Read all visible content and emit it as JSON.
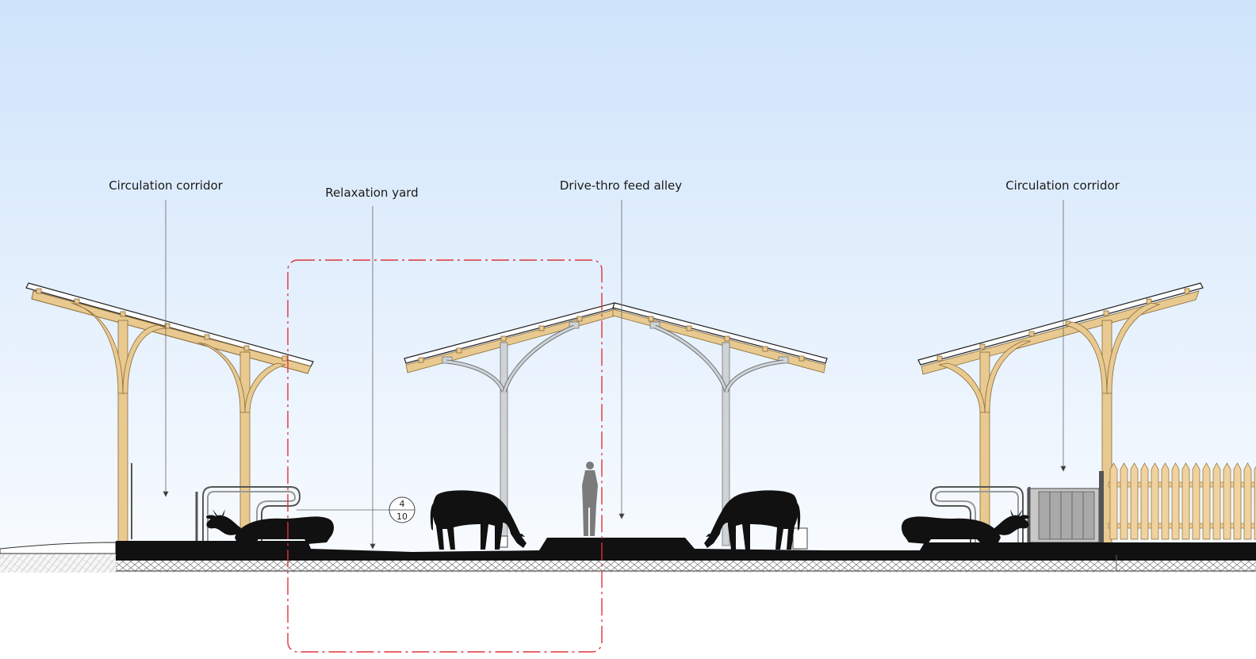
{
  "drawing": {
    "labels": [
      {
        "id": "left_corridor",
        "text": "Circulation corridor"
      },
      {
        "id": "relax_yard",
        "text": "Relaxation yard"
      },
      {
        "id": "feed_alley",
        "text": "Drive-thro feed alley"
      },
      {
        "id": "right_corridor",
        "text": "Circulation corridor"
      }
    ],
    "detail_tag": {
      "number": "4",
      "sheet": "10"
    },
    "colors": {
      "sky_top": "#cfe4fb",
      "sky_bottom": "#ffffff",
      "timber": "#e8c98f",
      "timber_edge": "#8a6a3a",
      "steel": "#cfd3d6",
      "steel_edge": "#6f757a",
      "ground": "#111111",
      "section_box": "#e0333c",
      "fence": "#f0d29e"
    }
  }
}
